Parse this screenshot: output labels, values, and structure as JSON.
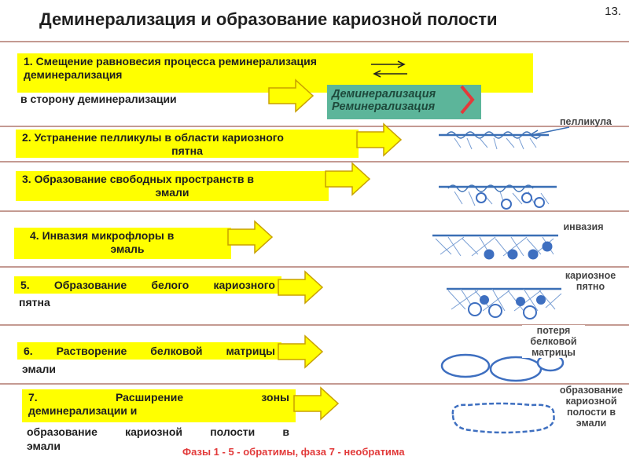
{
  "slide": {
    "number": "13.",
    "title": "Деминерализация и образование кариозной полости"
  },
  "steps": [
    {
      "line1": "1. Смещение равновесия процесса реминерализация",
      "line2": "деминерализация",
      "line3": "в сторону деминерализации"
    },
    {
      "line1": "2. Устранение пелликулы в области кариозного",
      "line2": "пятна"
    },
    {
      "line1": "3. Образование свободных пространств в",
      "line2": "эмали"
    },
    {
      "line1": "4. Инвазия микрофлоры в",
      "line2": "эмаль"
    },
    {
      "line1": "5. Образование белого кариозного",
      "line2": "пятна"
    },
    {
      "line1": "6. Растворение белковой матрицы",
      "line2": "эмали"
    },
    {
      "line1": "7. Расширение зоны",
      "line2": "деминерализации и",
      "line3": "образование кариозной полости в",
      "line4": "эмали"
    }
  ],
  "balance_box": {
    "line1": "Деминерализация",
    "line2": "Реминерализация"
  },
  "labels": {
    "pellicle": "пелликула",
    "invasion": "инвазия",
    "caries_spot": "кариозное пятно",
    "matrix_loss": "потеря белковой матрицы",
    "cavity": "образование кариозной полости в эмали"
  },
  "note": "Фазы 1 - 5 - обратимы, фаза 7 - необратима",
  "colors": {
    "box_fill": "#ffff00",
    "arrow_fill": "#ffff00",
    "arrow_stroke": "#c8a000",
    "teal_box": "#5cb59a",
    "divider": "#c49a92",
    "tissue": "#3a6fb5",
    "bacteria": "#3e6fc0",
    "note_red": "#e23a3a"
  }
}
